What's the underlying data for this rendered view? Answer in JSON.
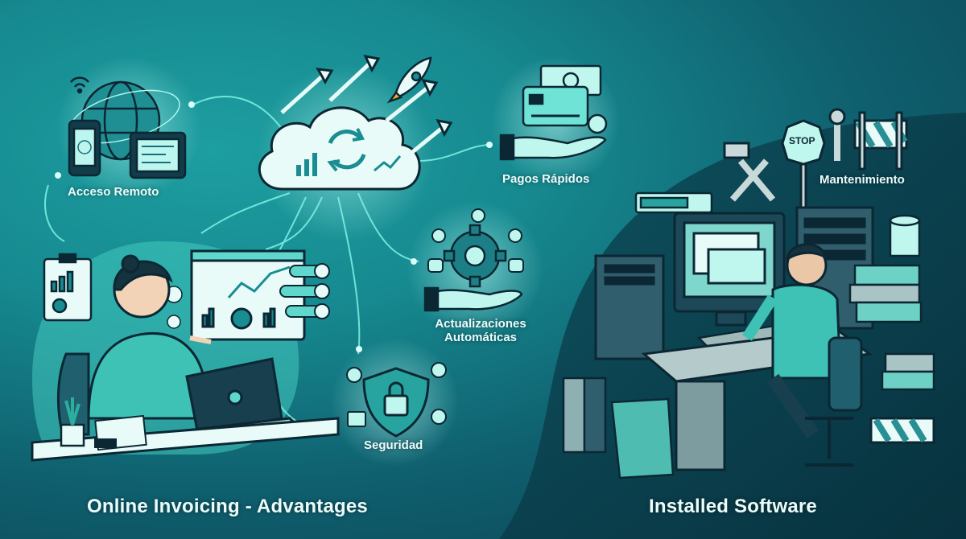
{
  "features": {
    "remote_access": "Acceso Remoto",
    "fast_payments": "Pagos Rápidos",
    "auto_updates_line1": "Actualizaciones",
    "auto_updates_line2": "Automáticas",
    "security": "Seguridad",
    "maintenance": "Mantenimiento"
  },
  "signs": {
    "stop": "STOP"
  },
  "captions": {
    "left": "Online Invoicing - Advantages",
    "right": "Installed Software"
  },
  "colors": {
    "accent": "#5fe8da",
    "glow": "#b9fff6",
    "dark_panel": "#0a2f3d",
    "stroke": "#0b2733"
  }
}
